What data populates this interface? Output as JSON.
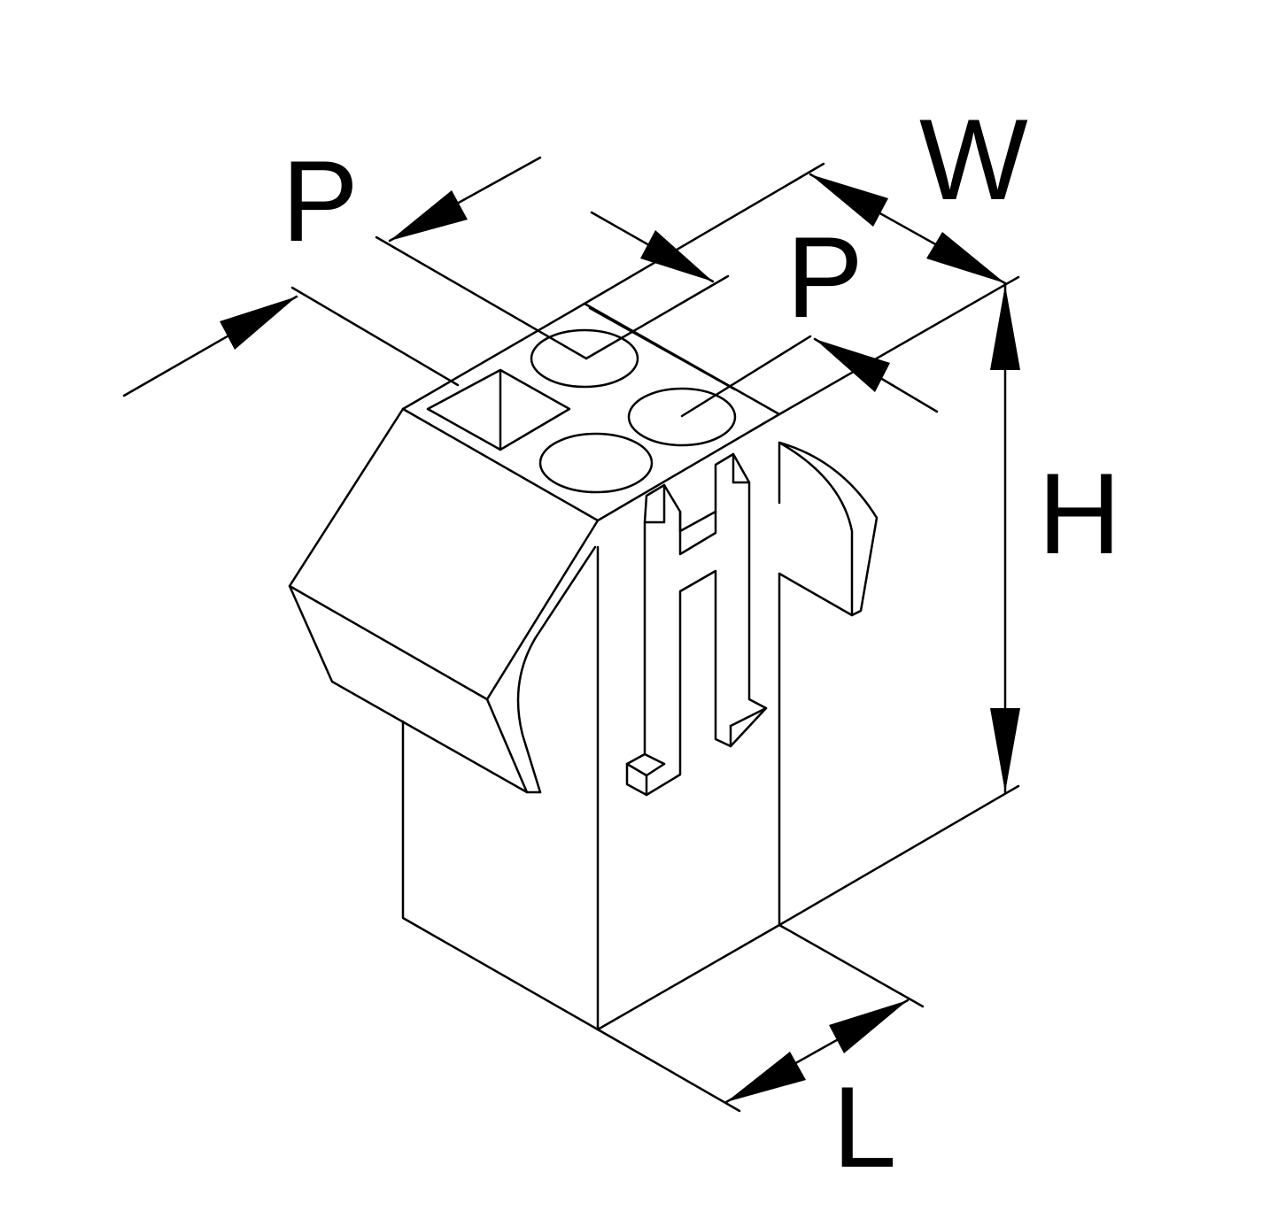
{
  "labels": {
    "pitch_left": "P",
    "pitch_right": "P",
    "width": "W",
    "height": "H",
    "length": "L"
  },
  "colors": {
    "line": "#000000",
    "background": "#ffffff"
  }
}
